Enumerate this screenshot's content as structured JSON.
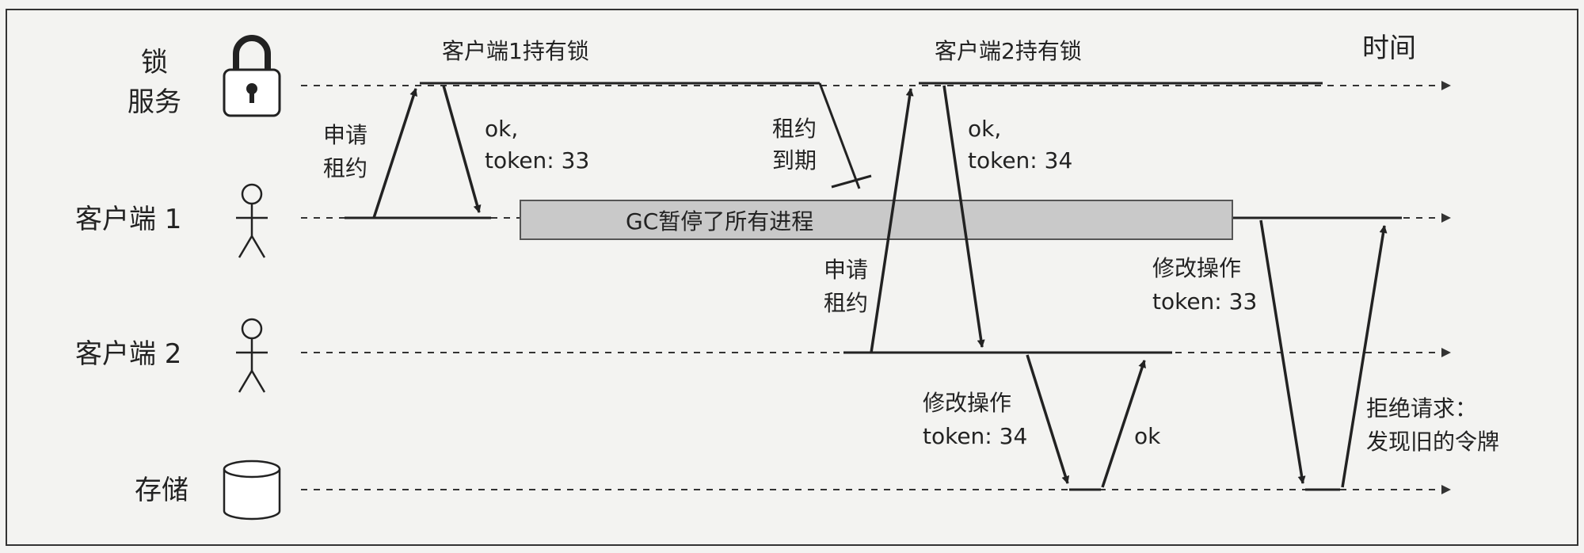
{
  "time_label": "时间",
  "actors": {
    "lock_service_line1": "锁",
    "lock_service_line2": "服务",
    "client1": "客户端 1",
    "client2": "客户端 2",
    "storage": "存储"
  },
  "holders": {
    "client1": "客户端1持有锁",
    "client2": "客户端2持有锁"
  },
  "messages": {
    "c1_request_l1": "申请",
    "c1_request_l2": "租约",
    "c1_grant_l1": "ok,",
    "c1_grant_l2": "token: 33",
    "lease_expired_l1": "租约",
    "lease_expired_l2": "到期",
    "c2_request_l1": "申请",
    "c2_request_l2": "租约",
    "c2_grant_l1": "ok,",
    "c2_grant_l2": "token: 34",
    "c2_write_l1": "修改操作",
    "c2_write_l2": "token: 34",
    "c2_ok": "ok",
    "c1_write_l1": "修改操作",
    "c1_write_l2": "token: 33",
    "reject_l1": "拒绝请求：",
    "reject_l2": "发现旧的令牌"
  },
  "gc_pause": "GC暂停了所有进程",
  "colors": {
    "line": "#222222",
    "pause_fill": "#c9c9c9",
    "background": "#f3f3f1"
  },
  "icons": [
    "lock-icon",
    "person-icon",
    "person-icon",
    "database-icon"
  ]
}
